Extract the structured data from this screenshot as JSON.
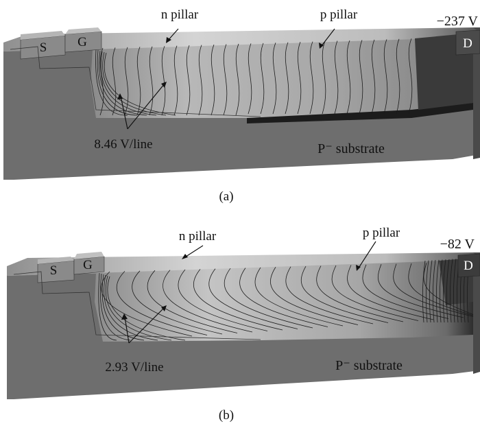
{
  "panel_a": {
    "caption": "(a)",
    "source_label": "S",
    "gate_label": "G",
    "drain_label": "D",
    "drain_voltage": "−237 V",
    "n_pillar_label": "n pillar",
    "p_pillar_label": "p pillar",
    "substrate_label": "P⁻ substrate",
    "contour_spacing": "8.46 V/line"
  },
  "panel_b": {
    "caption": "(b)",
    "source_label": "S",
    "gate_label": "G",
    "drain_label": "D",
    "drain_voltage": "−82 V",
    "n_pillar_label": "n pillar",
    "p_pillar_label": "p pillar",
    "substrate_label": "P⁻ substrate",
    "contour_spacing": "2.93 V/line"
  },
  "colors": {
    "block_front": "#6e6e6e",
    "block_top": "#9a9a9a",
    "drift_light": "#bdbdbd",
    "drain_dark": "#3a3a3a",
    "contour_line": "#1a1a1a"
  }
}
